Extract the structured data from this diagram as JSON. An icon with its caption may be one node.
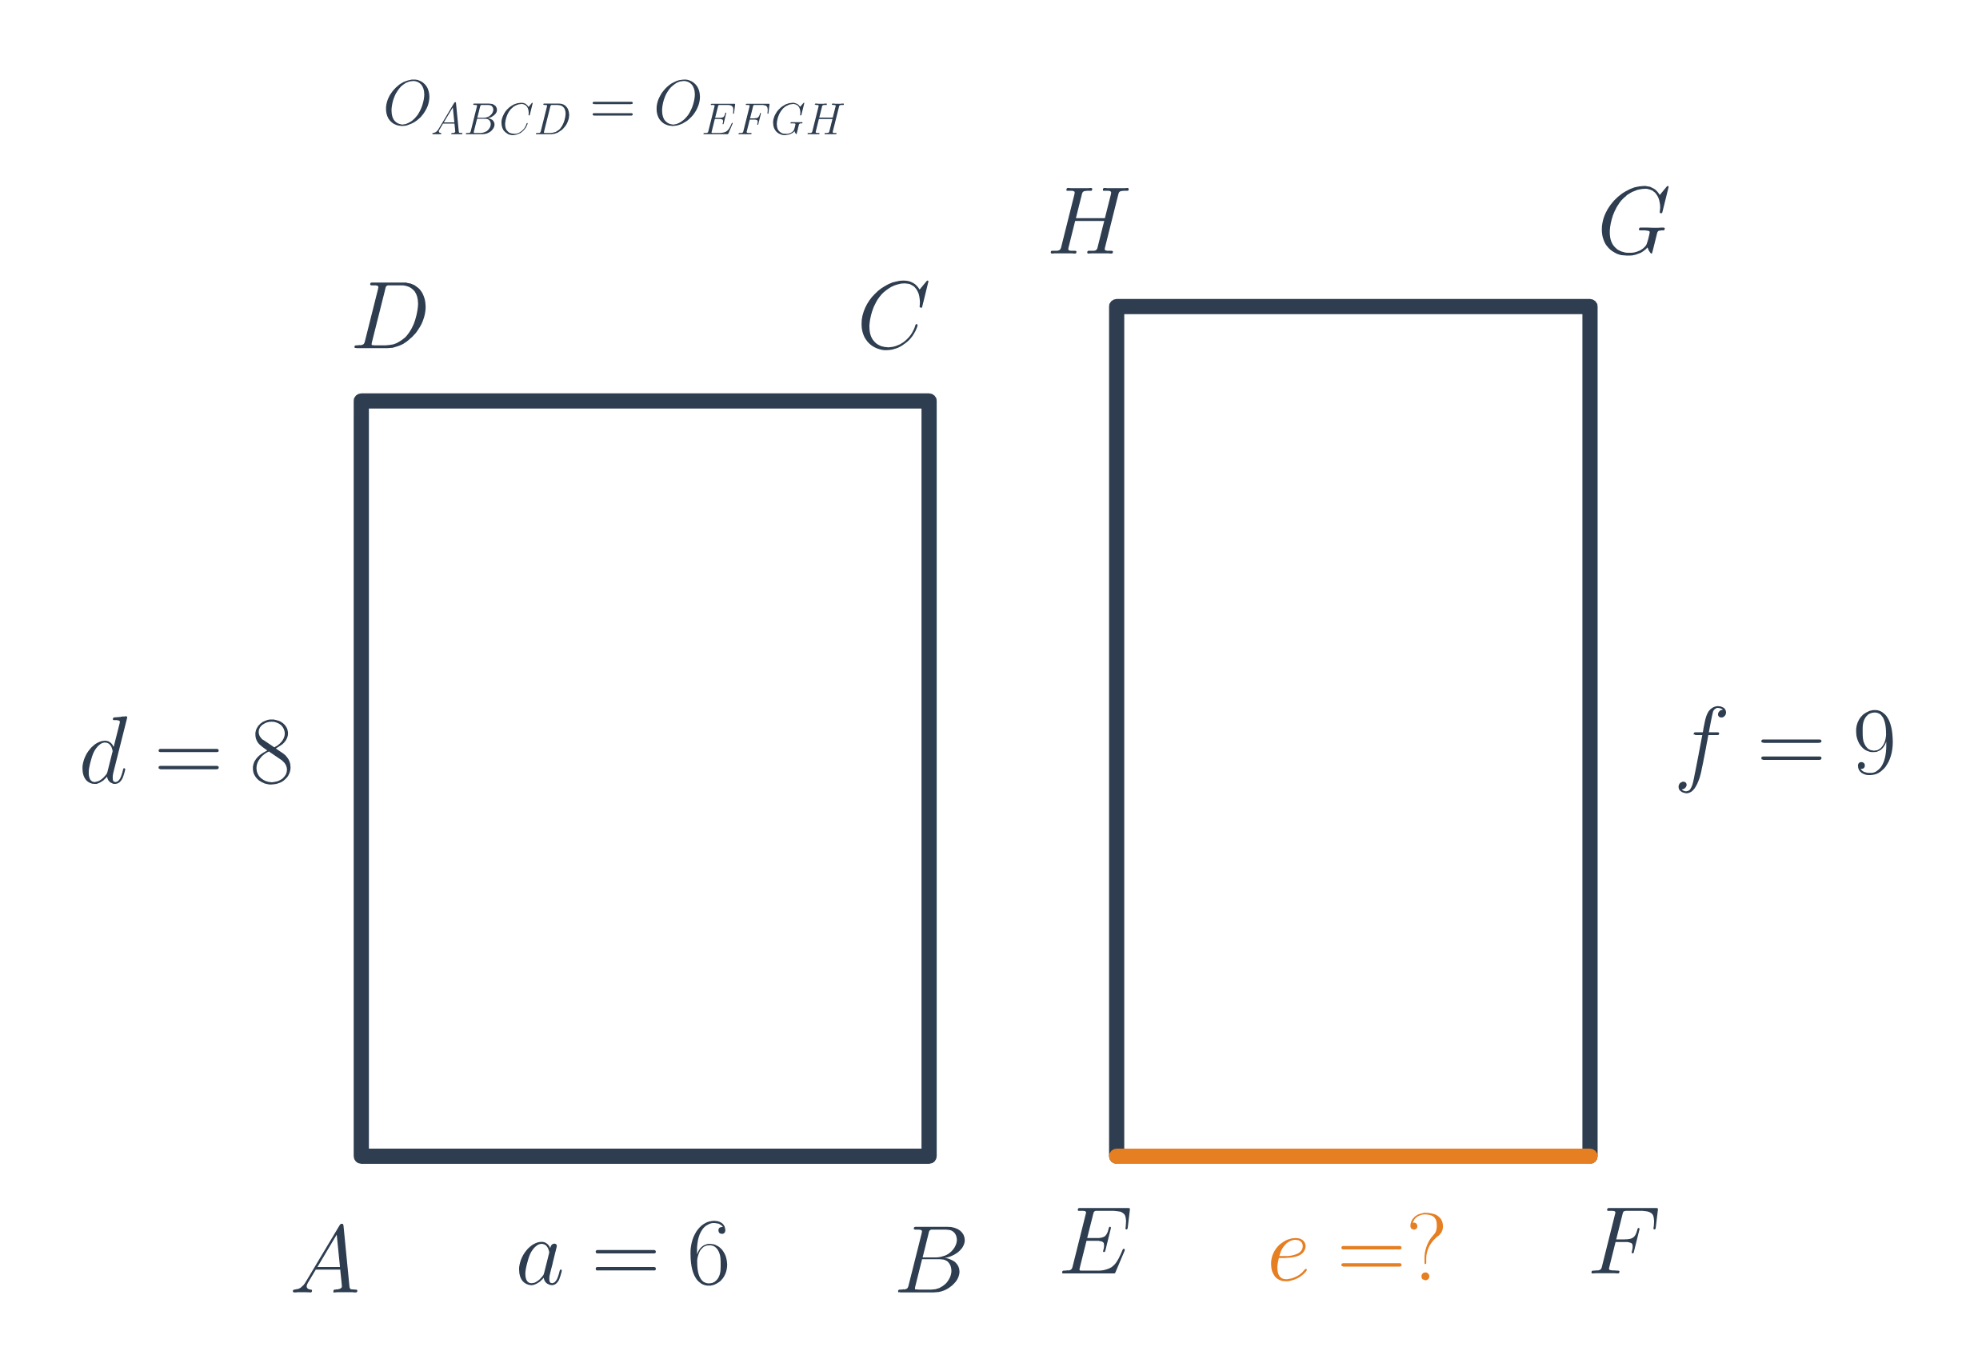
{
  "diagram": {
    "labels": [
      "O_{ABCD}=O_{EFGH}",
      "H",
      "G",
      "D",
      "C",
      "d=8",
      "f=9",
      "A",
      "a=6",
      "B",
      "E",
      "e=?",
      "F"
    ]
  }
}
